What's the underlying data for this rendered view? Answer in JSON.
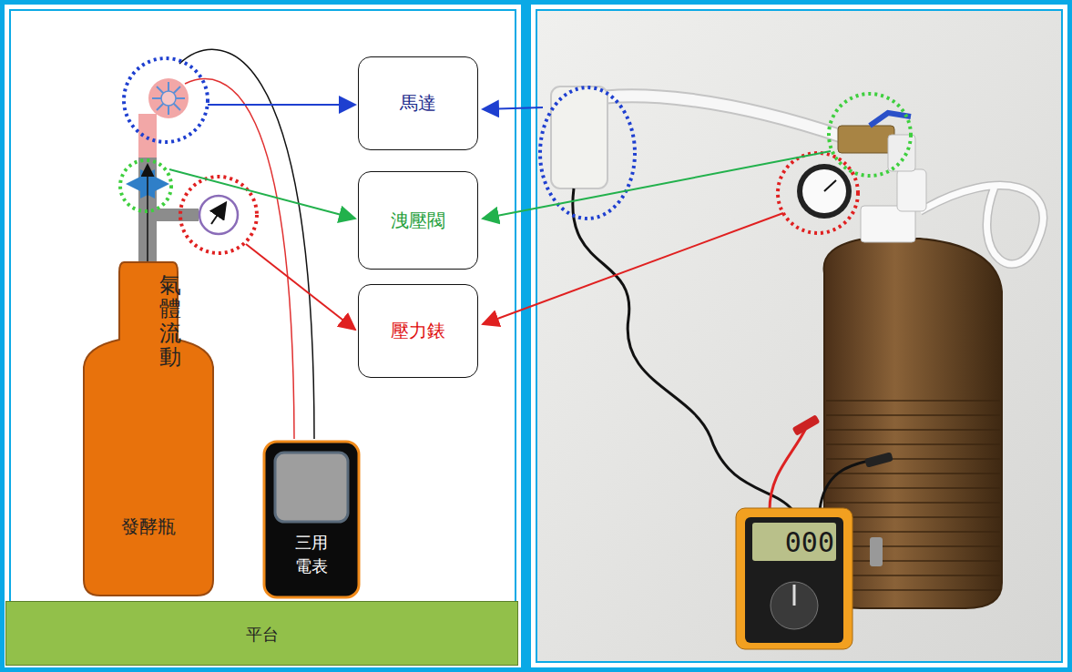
{
  "diagram": {
    "nodes": [
      {
        "text": [
          "馬達"
        ]
      },
      {
        "text": [
          "洩壓閥"
        ]
      },
      {
        "text": [
          "壓力錶"
        ]
      },
      {
        "text": [
          "發酵瓶"
        ]
      },
      {
        "text": [
          "三用電表"
        ]
      },
      {
        "text": [
          "平台"
        ]
      }
    ],
    "labels": [
      "氣體流動",
      "000"
    ]
  }
}
